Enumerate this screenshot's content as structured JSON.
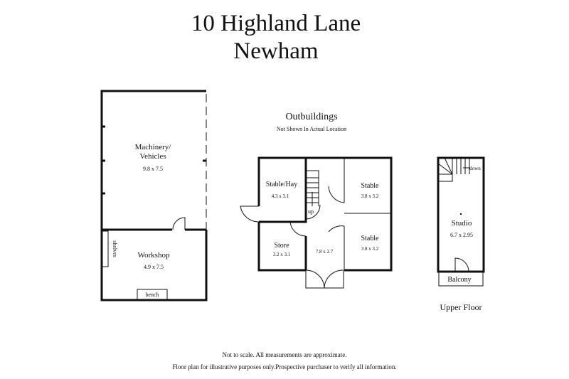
{
  "header": {
    "title_line1": "10 Highland Lane",
    "title_line2": "Newham"
  },
  "main_building": {
    "rooms": [
      {
        "name": "Machinery/",
        "name2": "Vehicles",
        "size": "9.8 x 7.5"
      },
      {
        "name": "Workshop",
        "size": "4.9 x 7.5"
      }
    ],
    "shelves_label": "shelves",
    "bench_label": "bench"
  },
  "outbuildings": {
    "title": "Outbuildings",
    "subtitle": "Not Shown In Actual Location",
    "rooms": [
      {
        "name": "Stable/Hay",
        "size": "4.3 x 3.1"
      },
      {
        "name": "Stable",
        "size": "3.8 x 3.2"
      },
      {
        "name": "Stable",
        "size": "3.8 x 3.2"
      },
      {
        "name": "Store",
        "size": "3.2 x 3.1"
      },
      {
        "name": "",
        "size": "7.8 x 2.7"
      }
    ],
    "stair_label": "up"
  },
  "upper_floor": {
    "title": "Upper Floor",
    "studio": {
      "name": "Studio",
      "size": "6.7 x 2.95"
    },
    "balcony": "Balcony",
    "stair_label": "down"
  },
  "footer": {
    "line1": "Not to scale. All measurements are approximate.",
    "line2": "Floor plan for illustrative purposes only.Prospective purchaser to verify all information."
  }
}
